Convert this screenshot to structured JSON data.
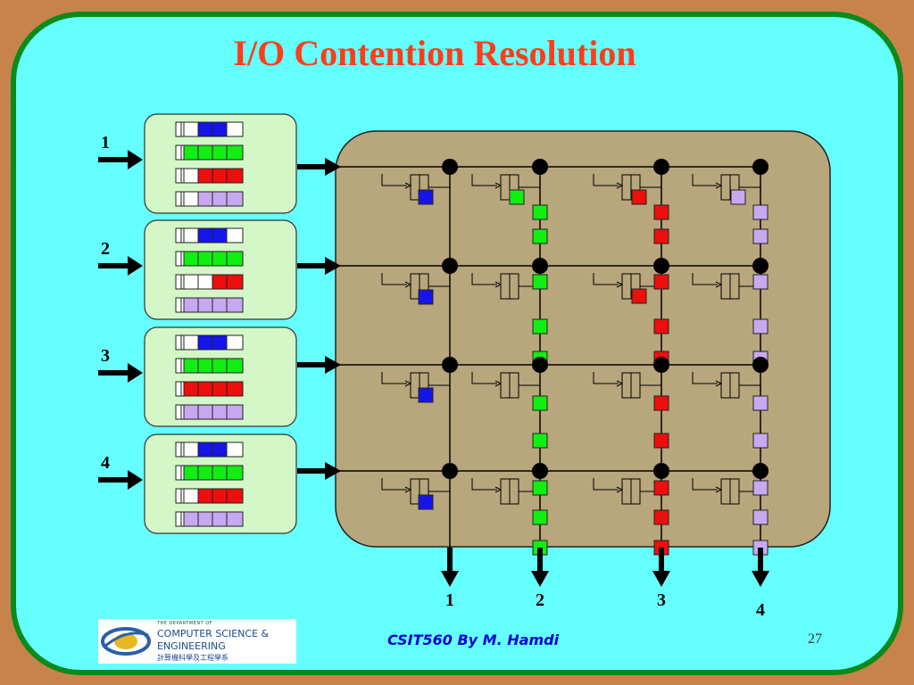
{
  "title": "I/O Contention Resolution",
  "inputs": [
    {
      "label": "1",
      "queues": [
        {
          "color": "blue",
          "cells": [
            0,
            0,
            0,
            1,
            1,
            0
          ]
        },
        {
          "color": "green",
          "cells": [
            0,
            0,
            1,
            1,
            1,
            1
          ]
        },
        {
          "color": "red",
          "cells": [
            0,
            0,
            0,
            1,
            1,
            1
          ]
        },
        {
          "color": "purple",
          "cells": [
            0,
            0,
            0,
            1,
            1,
            1
          ]
        }
      ]
    },
    {
      "label": "2",
      "queues": [
        {
          "color": "blue",
          "cells": [
            0,
            0,
            0,
            1,
            1,
            0
          ]
        },
        {
          "color": "green",
          "cells": [
            0,
            0,
            1,
            1,
            1,
            1
          ]
        },
        {
          "color": "red",
          "cells": [
            0,
            0,
            0,
            0,
            1,
            1
          ]
        },
        {
          "color": "purple",
          "cells": [
            0,
            0,
            1,
            1,
            1,
            1
          ]
        }
      ]
    },
    {
      "label": "3",
      "queues": [
        {
          "color": "blue",
          "cells": [
            0,
            0,
            0,
            1,
            1,
            0
          ]
        },
        {
          "color": "green",
          "cells": [
            0,
            0,
            1,
            1,
            1,
            1
          ]
        },
        {
          "color": "red",
          "cells": [
            0,
            0,
            1,
            1,
            1,
            1
          ]
        },
        {
          "color": "purple",
          "cells": [
            0,
            0,
            1,
            1,
            1,
            1
          ]
        }
      ]
    },
    {
      "label": "4",
      "queues": [
        {
          "color": "blue",
          "cells": [
            0,
            0,
            0,
            1,
            1,
            0
          ]
        },
        {
          "color": "green",
          "cells": [
            0,
            0,
            1,
            1,
            1,
            1
          ]
        },
        {
          "color": "red",
          "cells": [
            0,
            0,
            0,
            1,
            1,
            1
          ]
        },
        {
          "color": "purple",
          "cells": [
            0,
            0,
            1,
            1,
            1,
            1
          ]
        }
      ]
    }
  ],
  "outputs": [
    "1",
    "2",
    "3",
    "4"
  ],
  "colors": {
    "blue": "#1515e8",
    "green": "#11ee11",
    "red": "#ee0e0e",
    "purple": "#c8a8f0",
    "frame": "#0a8a1a",
    "background": "#66ffff",
    "fabric": "#b8a67c",
    "queue_box": "#d4f7c8",
    "title": "#ff3d1a"
  },
  "footer": {
    "course": "CSIT560 By M. Hamdi",
    "page": "27"
  },
  "logo": {
    "line1": "THE DEPARTMENT OF",
    "line2": "COMPUTER SCIENCE &",
    "line3": "ENGINEERING",
    "line4": "計算機科學及工程學系"
  }
}
